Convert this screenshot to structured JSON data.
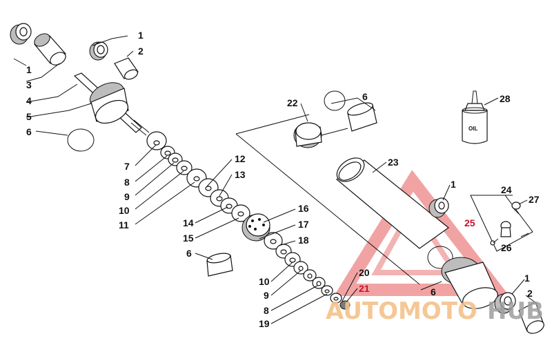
{
  "callouts": [
    "1",
    "2",
    "1",
    "3",
    "4",
    "5",
    "6",
    "7",
    "8",
    "9",
    "10",
    "11",
    "12",
    "13",
    "14",
    "15",
    "16",
    "17",
    "18",
    "6",
    "10",
    "9",
    "8",
    "19",
    "20",
    "21",
    "6",
    "22",
    "6",
    "23",
    "1",
    "24",
    "25",
    "26",
    "27",
    "28",
    "1",
    "2"
  ],
  "oil_label": "OIL",
  "watermark": {
    "word_a": "AUTOMOTO",
    "word_b": "HUB",
    "color_main": "#f5c28a",
    "color_accent": "#bdbdbd",
    "triangle_color": "#e03a3a"
  },
  "colors": {
    "line": "#111111",
    "red_callout": "#c8102e"
  }
}
